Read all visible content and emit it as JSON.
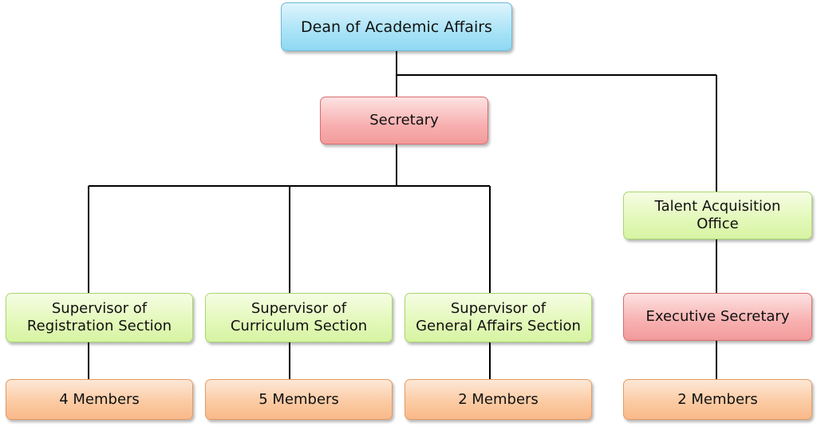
{
  "colors": {
    "dean": "#a9e3f7",
    "secretary": "#f8b0b0",
    "supervisor": "#e2f8b8",
    "members": "#fbc9a0",
    "connector": "#000000"
  },
  "nodes": {
    "dean": "Dean of Academic Affairs",
    "secretary": "Secretary",
    "supervisor_registration": "Supervisor of\nRegistration Section",
    "supervisor_curriculum": "Supervisor of\nCurriculum Section",
    "supervisor_general": "Supervisor of\nGeneral Affairs Section",
    "talent_office": "Talent Acquisition\nOffice",
    "executive_secretary": "Executive Secretary",
    "members_registration": "4 Members",
    "members_curriculum": "5 Members",
    "members_general": "2 Members",
    "members_talent": "2 Members"
  }
}
